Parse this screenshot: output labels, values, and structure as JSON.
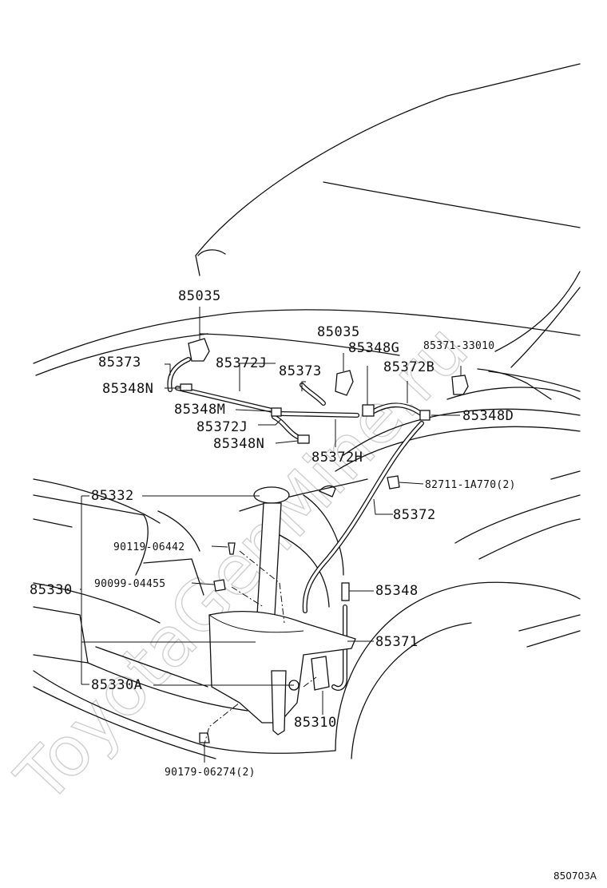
{
  "watermark": "ToyotaGenMine.ru",
  "diagram_code": "850703A",
  "parts": {
    "nozzle_left": "85035",
    "nozzle_right": "85035",
    "hose_left_upper": "85373",
    "joint_left_n": "85348N",
    "hose_j_upper": "85372J",
    "hose_center": "85373",
    "joint_m": "85348M",
    "hose_j_lower": "85372J",
    "joint_n_lower": "85348N",
    "hose_h": "85372H",
    "joint_g": "85348G",
    "hose_b": "85372B",
    "clamp_33010": "85371-33010",
    "joint_d": "85348D",
    "clip": "82711-1A770(2)",
    "inlet_cap": "85332",
    "hose_main": "85372",
    "bolt_06442": "90119-06442",
    "tank_assy": "85330",
    "grommet": "90099-04455",
    "joint_85348": "85348",
    "clamp_85371": "85371",
    "tank_sub": "85330A",
    "pump": "85310",
    "nut": "90179-06274(2)"
  }
}
